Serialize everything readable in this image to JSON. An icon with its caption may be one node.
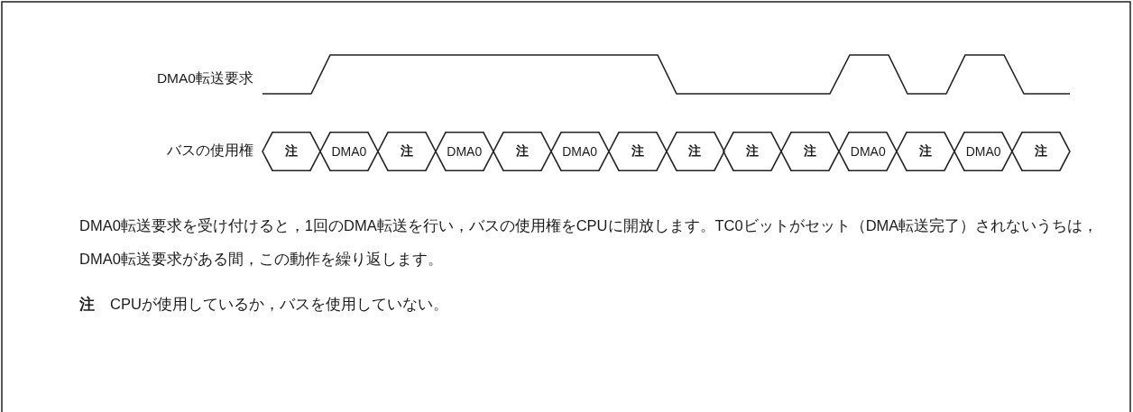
{
  "diagram": {
    "nodes": [
      {
        "text": [
          "注"
        ]
      },
      {
        "text": [
          "DMA0"
        ]
      },
      {
        "text": [
          "注"
        ]
      },
      {
        "text": [
          "DMA0"
        ]
      },
      {
        "text": [
          "注"
        ]
      },
      {
        "text": [
          "DMA0"
        ]
      },
      {
        "text": [
          "注"
        ]
      },
      {
        "text": [
          "注"
        ]
      },
      {
        "text": [
          "注"
        ]
      },
      {
        "text": [
          "注"
        ]
      },
      {
        "text": [
          "DMA0"
        ]
      },
      {
        "text": [
          "注"
        ]
      },
      {
        "text": [
          "DMA0"
        ]
      },
      {
        "text": [
          "注"
        ]
      }
    ],
    "labels": [
      "DMA0転送要求",
      "バスの使用権",
      "DMA0転送要求を受け付けると，1回のDMA転送を行い，バスの使用権をCPUに開放します。TC0ビットがセット（DMA転送完了）されないうちは，DMA0転送要求がある間，この動作を繰り返します。",
      "**注**　CPUが使用しているか，バスを使用していない。"
    ]
  }
}
